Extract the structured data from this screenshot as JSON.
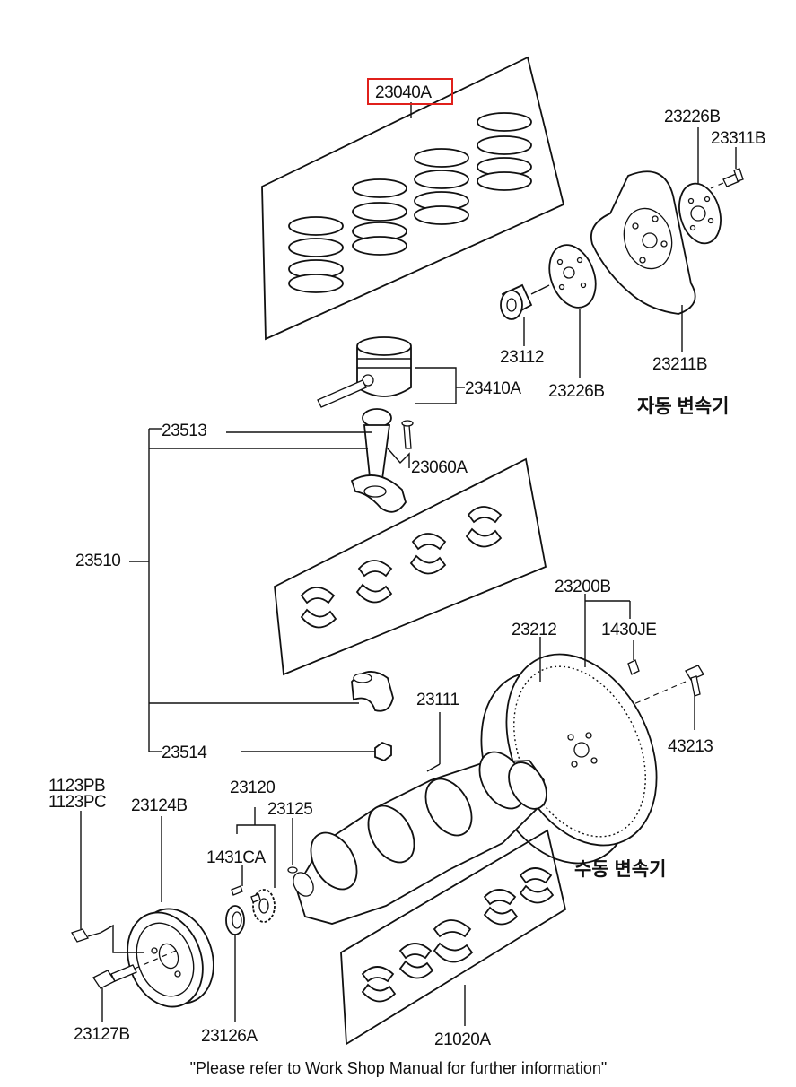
{
  "parts": {
    "p23040A": "23040A",
    "p23226B_top": "23226B",
    "p23311B": "23311B",
    "p23112": "23112",
    "p23226B": "23226B",
    "p23211B": "23211B",
    "p23410A": "23410A",
    "p23513": "23513",
    "p23060A": "23060A",
    "p23510": "23510",
    "p23200B": "23200B",
    "p23212": "23212",
    "p1430JE": "1430JE",
    "p23111": "23111",
    "p43213": "43213",
    "p23514": "23514",
    "p1123PB": "1123PB",
    "p1123PC": "1123PC",
    "p23124B": "23124B",
    "p23120": "23120",
    "p23125": "23125",
    "p1431CA": "1431CA",
    "p23127B": "23127B",
    "p23126A": "23126A",
    "p21020A": "21020A"
  },
  "captions": {
    "automatic": "자동 변속기",
    "manual": "수동 변속기"
  },
  "footer": "\"Please refer to Work Shop Manual for further information\"",
  "colors": {
    "highlight": "#e0201b",
    "ink": "#111111"
  }
}
